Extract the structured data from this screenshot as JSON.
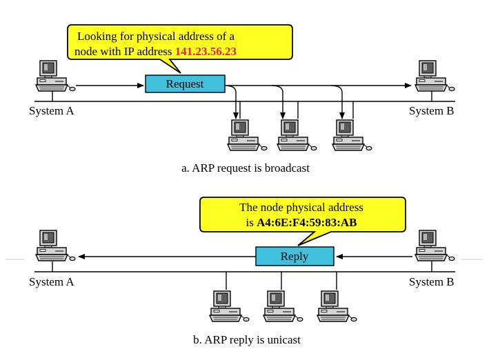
{
  "panel_a": {
    "callout": {
      "line1": "Looking for physical address of a",
      "line2_prefix": "node with IP address ",
      "ip_address": "141.23.56.23"
    },
    "message_label": "Request",
    "left_system": "System A",
    "right_system": "System B",
    "caption": "a. ARP request is broadcast"
  },
  "panel_b": {
    "callout": {
      "line1": "The node physical address",
      "line2_prefix": "is ",
      "mac_address": "A4:6E:F4:59:83:AB"
    },
    "message_label": "Reply",
    "left_system": "System A",
    "right_system": "System B",
    "caption": "b. ARP reply is unicast"
  },
  "colors": {
    "callout_fill": "#ffff22",
    "message_box_fill": "#40c0dd",
    "highlight": "#e8204e",
    "computer_gray": "#c8c8c8"
  },
  "icons": [
    "computer-icon"
  ]
}
